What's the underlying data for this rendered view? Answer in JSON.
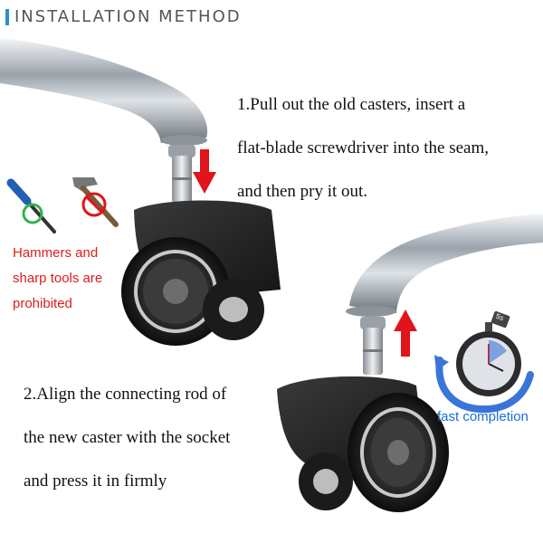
{
  "header": {
    "title": "INSTALLATION METHOD"
  },
  "steps": [
    {
      "lines": [
        "1.Pull out the old casters, insert a",
        "flat-blade screwdriver into the seam,",
        "and then pry it out."
      ]
    },
    {
      "lines": [
        "2.Align the connecting rod of",
        "the new caster with the socket",
        "and press it in firmly"
      ]
    }
  ],
  "warning": {
    "lines": [
      "Hammers and",
      "sharp tools are",
      "prohibited"
    ]
  },
  "timer": {
    "badge": "5s",
    "label": "fast completion"
  },
  "icons": [
    "screwdriver-icon",
    "hammer-prohibited-icon",
    "down-arrow-icon",
    "up-arrow-icon",
    "stopwatch-icon"
  ],
  "colors": {
    "accent": "#2a8fd0",
    "warning": "#e21b1b",
    "arrow": "#e0141a",
    "fast_text": "#1a6fd8"
  }
}
